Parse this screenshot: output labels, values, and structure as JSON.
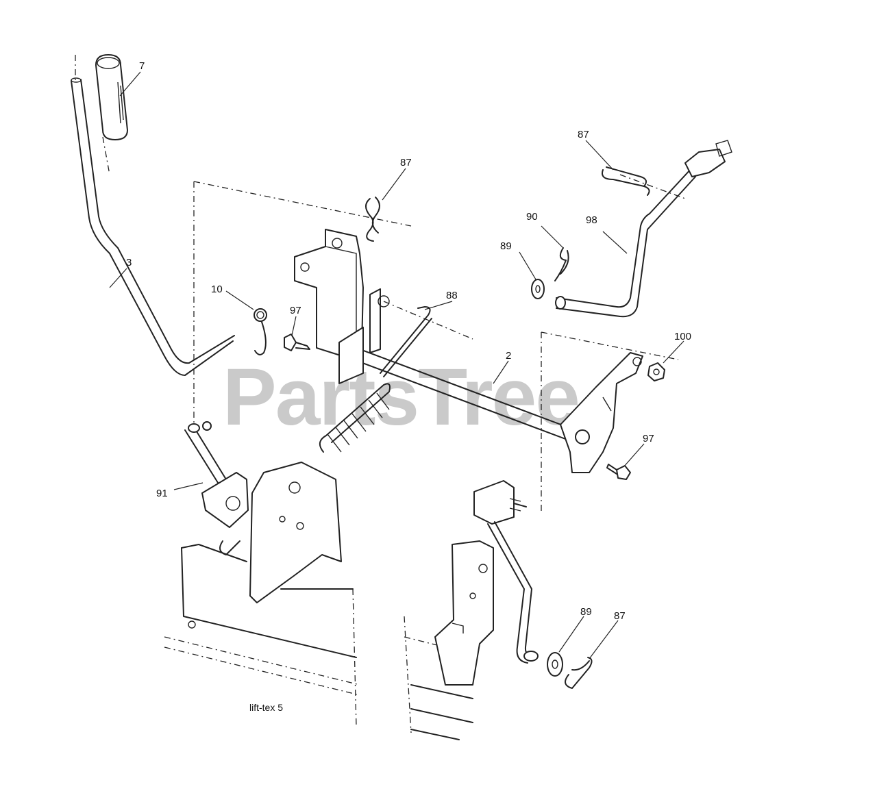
{
  "watermark": "PartsTree",
  "caption": "lift-tex  5",
  "callouts": [
    {
      "id": "c-7",
      "text": "7"
    },
    {
      "id": "c-3",
      "text": "3"
    },
    {
      "id": "c-10",
      "text": "10"
    },
    {
      "id": "c-97a",
      "text": "97"
    },
    {
      "id": "c-87a",
      "text": "87"
    },
    {
      "id": "c-88",
      "text": "88"
    },
    {
      "id": "c-2",
      "text": "2"
    },
    {
      "id": "c-87b",
      "text": "87"
    },
    {
      "id": "c-90",
      "text": "90"
    },
    {
      "id": "c-98",
      "text": "98"
    },
    {
      "id": "c-89a",
      "text": "89"
    },
    {
      "id": "c-100",
      "text": "100"
    },
    {
      "id": "c-97b",
      "text": "97"
    },
    {
      "id": "c-91",
      "text": "91"
    },
    {
      "id": "c-89b",
      "text": "89"
    },
    {
      "id": "c-87c",
      "text": "87"
    }
  ]
}
